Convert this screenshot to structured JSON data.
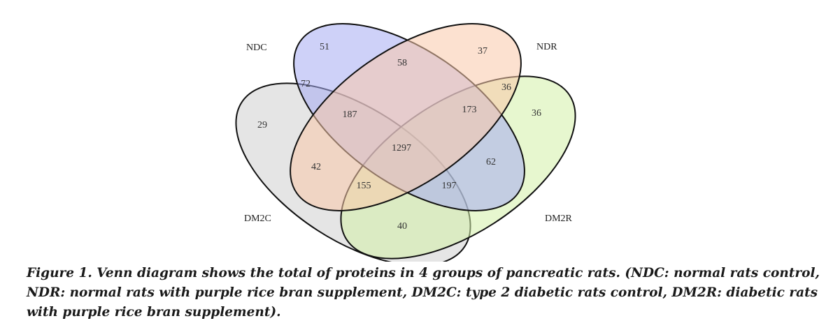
{
  "figure": {
    "sets": [
      {
        "key": "ndc",
        "label": "NDC",
        "color": "#a5acf2"
      },
      {
        "key": "ndr",
        "label": "NDR",
        "color": "#f9c8a9"
      },
      {
        "key": "dm2c",
        "label": "DM2C",
        "color": "#cfcfcf"
      },
      {
        "key": "dm2r",
        "label": "DM2R",
        "color": "#d3f1a7"
      }
    ],
    "regions": {
      "ndc_only": "51",
      "ndr_only": "37",
      "dm2c_only": "29",
      "dm2r_only": "36",
      "ndc_ndr": "58",
      "ndc_dm2c": "72",
      "ndr_dm2r": "36",
      "ndc_ndr_dm2c": "187",
      "ndc_ndr_dm2r": "173",
      "all_four": "1297",
      "dm2c_ndr": "42",
      "ndc_dm2r": "62",
      "ndc_dm2c_dm2r": "155",
      "ndr_dm2c_dm2r": "197",
      "dm2c_dm2r": "40"
    }
  },
  "caption": {
    "text": "Figure 1. Venn diagram shows the total of proteins in 4 groups of pancreatic rats. (NDC: normal rats control, NDR: normal rats with purple rice bran supplement, DM2C: type 2 diabetic rats control, DM2R: diabetic rats with purple rice bran supplement)."
  }
}
